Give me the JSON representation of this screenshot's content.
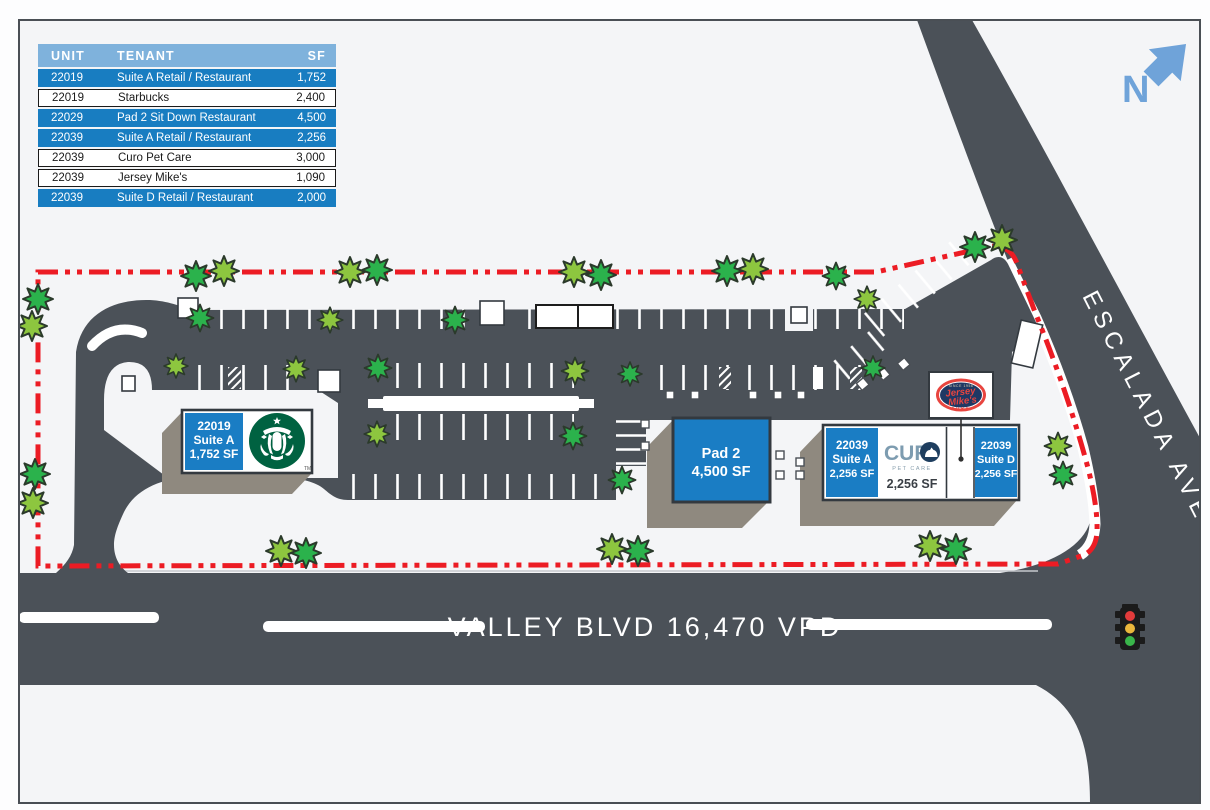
{
  "table": {
    "headers": {
      "unit": "UNIT",
      "tenant": "TENANT",
      "sf": "SF"
    },
    "rows": [
      {
        "unit": "22019",
        "tenant": "Suite A Retail / Restaurant",
        "sf": "1,752",
        "highlight": true
      },
      {
        "unit": "22019",
        "tenant": "Starbucks",
        "sf": "2,400",
        "highlight": false
      },
      {
        "unit": "22029",
        "tenant": "Pad 2 Sit Down Restaurant",
        "sf": "4,500",
        "highlight": true
      },
      {
        "unit": "22039",
        "tenant": "Suite A Retail / Restaurant",
        "sf": "2,256",
        "highlight": true
      },
      {
        "unit": "22039",
        "tenant": "Curo Pet Care",
        "sf": "3,000",
        "highlight": false
      },
      {
        "unit": "22039",
        "tenant": "Jersey Mike's",
        "sf": "1,090",
        "highlight": false
      },
      {
        "unit": "22039",
        "tenant": "Suite D Retail / Restaurant",
        "sf": "2,000",
        "highlight": true
      }
    ]
  },
  "map": {
    "north_label": "N",
    "roads": {
      "valley_blvd_label": "VALLEY BLVD 16,470 VPD",
      "escalada_label": "ESCALADA AVE"
    },
    "buildings": {
      "suite_a_22019": {
        "line1": "22019",
        "line2": "Suite A",
        "line3": "1,752 SF"
      },
      "starbucks_tm": "TM",
      "pad2": {
        "line1": "Pad 2",
        "line2": "4,500 SF"
      },
      "suite_a_22039": {
        "line1": "22039",
        "line2": "Suite A",
        "line3": "2,256 SF"
      },
      "curo": {
        "name": "CUR",
        "pet_care": "PET CARE",
        "sf": "2,256 SF"
      },
      "suite_d_22039": {
        "line1": "22039",
        "line2": "Suite D",
        "line3": "2,256 SF"
      },
      "jersey_mikes": {
        "since": "SINCE 1956",
        "line1": "Jersey",
        "line2": "Mike's",
        "subs": "SUBS"
      }
    },
    "colors": {
      "accent_blue": "#1A7DC4",
      "table_header_blue": "#7FB2DC",
      "road_gray": "#4B5158",
      "boundary_red": "#EC1C24",
      "tree_light_green": "#8DC63F",
      "tree_dark_green": "#2BB24C",
      "building_shadow": "#8F897F",
      "starbucks_green": "#006241",
      "jersey_navy": "#1F3864",
      "jersey_red": "#E8453F",
      "curo_slate": "#7D9CB0",
      "north_arrow_blue": "#6FA3D9"
    }
  }
}
